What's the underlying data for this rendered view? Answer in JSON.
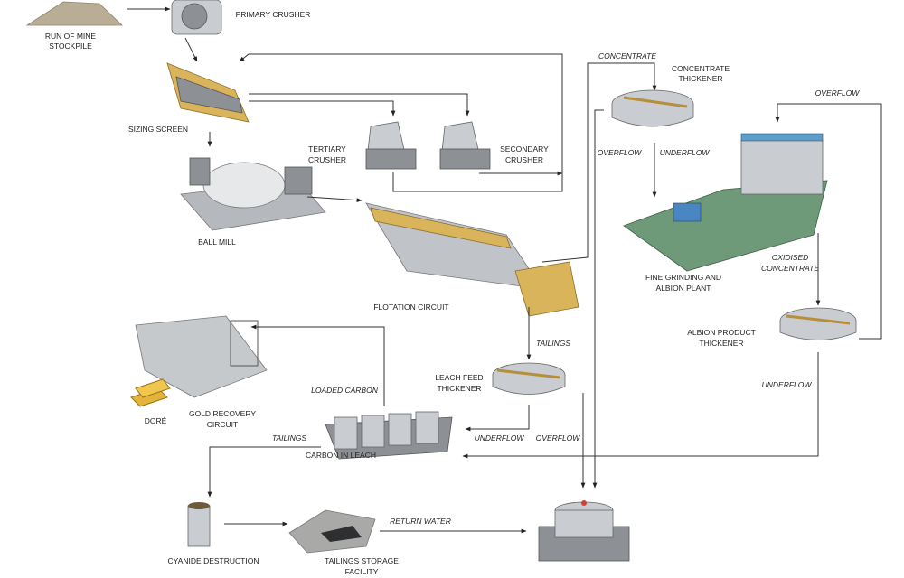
{
  "labels": {
    "rom_1": "RUN OF MINE",
    "rom_2": "STOCKPILE",
    "primary_crusher": "PRIMARY CRUSHER",
    "sizing_screen": "SIZING SCREEN",
    "tertiary_1": "TERTIARY",
    "tertiary_2": "CRUSHER",
    "secondary_1": "SECONDARY",
    "secondary_2": "CRUSHER",
    "ball_mill": "BALL MILL",
    "flotation": "FLOTATION CIRCUIT",
    "concentrate": "CONCENTRATE",
    "conc_thick_1": "CONCENTRATE",
    "conc_thick_2": "THICKENER",
    "overflow_top": "OVERFLOW",
    "overflow_ct": "OVERFLOW",
    "underflow_ct": "UNDERFLOW",
    "albion_1": "FINE GRINDING AND",
    "albion_2": "ALBION PLANT",
    "oxidised_1": "OXIDISED",
    "oxidised_2": "CONCENTRATE",
    "apt_1": "ALBION PRODUCT",
    "apt_2": "THICKENER",
    "underflow_apt": "UNDERFLOW",
    "tailings_flot": "TAILINGS",
    "lft_1": "LEACH FEED",
    "lft_2": "THICKENER",
    "loaded_carbon": "LOADED CARBON",
    "dore": "DORÉ",
    "grc_1": "GOLD RECOVERY",
    "grc_2": "CIRCUIT",
    "tailings_cil": "TAILINGS",
    "underflow_lft": "UNDERFLOW",
    "overflow_lft": "OVERFLOW",
    "cil": "CARBON IN LEACH",
    "cyanide": "CYANIDE DESTRUCTION",
    "return_water": "RETURN WATER",
    "tsf_1": "TAILINGS STORAGE",
    "tsf_2": "FACILITY"
  }
}
